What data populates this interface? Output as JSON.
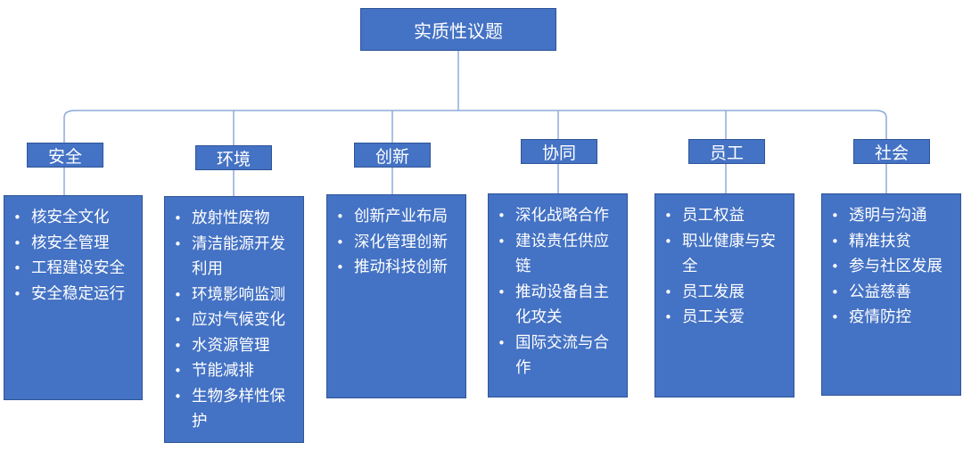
{
  "root": {
    "label": "实质性议题"
  },
  "categories": [
    {
      "label": "安全",
      "items": [
        "核安全文化",
        "核安全管理",
        "工程建设安全",
        "安全稳定运行"
      ]
    },
    {
      "label": "环境",
      "items": [
        "放射性废物",
        "清洁能源开发利用",
        "环境影响监测",
        "应对气候变化",
        "水资源管理",
        "节能减排",
        "生物多样性保护"
      ]
    },
    {
      "label": "创新",
      "items": [
        "创新产业布局",
        "深化管理创新",
        "推动科技创新"
      ]
    },
    {
      "label": "协同",
      "items": [
        "深化战略合作",
        "建设责任供应链",
        "推动设备自主化攻关",
        "国际交流与合作"
      ]
    },
    {
      "label": "员工",
      "items": [
        "员工权益",
        "职业健康与安全",
        "员工发展",
        "员工关爱"
      ]
    },
    {
      "label": "社会",
      "items": [
        "透明与沟通",
        "精准扶贫",
        "参与社区发展",
        "公益慈善",
        "疫情防控"
      ]
    }
  ],
  "colors": {
    "box_fill": "#4472c4",
    "box_text": "#ffffff",
    "connector": "#8faadc"
  }
}
